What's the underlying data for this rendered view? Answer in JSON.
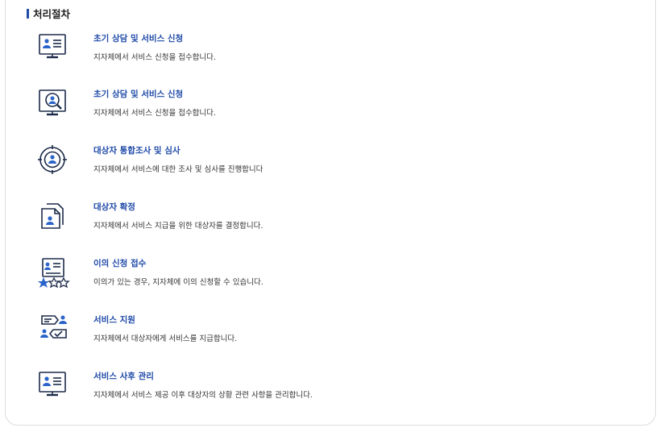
{
  "section": {
    "title": "처리절차"
  },
  "colors": {
    "accent": "#1f4aa8",
    "icon_dark": "#1d2b4a",
    "icon_blue": "#2a63c9"
  },
  "steps": [
    {
      "icon": "monitor-person-icon",
      "title": "초기 상담 및 서비스 신청",
      "desc": "지자체에서 서비스 신청을 접수합니다."
    },
    {
      "icon": "monitor-search-person-icon",
      "title": "초기 상담 및 서비스 신청",
      "desc": "지자체에서 서비스 신청을 접수합니다."
    },
    {
      "icon": "target-person-icon",
      "title": "대상자 통합조사 및 심사",
      "desc": "지자체에서 서비스에 대한 조사 및 심사를 진행합니다"
    },
    {
      "icon": "documents-person-icon",
      "title": "대상자 확정",
      "desc": "지자체에서 서비스 지급을 위한 대상자를 결정합니다."
    },
    {
      "icon": "profile-stars-icon",
      "title": "이의 신청 접수",
      "desc": "이의가 있는 경우, 지자체에 이의 신청할 수 있습니다."
    },
    {
      "icon": "support-exchange-icon",
      "title": "서비스 지원",
      "desc": "지자체에서 대상자에게 서비스를 지급합니다."
    },
    {
      "icon": "monitor-person-icon",
      "title": "서비스 사후 관리",
      "desc": "지자체에서 서비스 제공 이후 대상자의 상황 관련 사항을 관리합니다."
    }
  ]
}
